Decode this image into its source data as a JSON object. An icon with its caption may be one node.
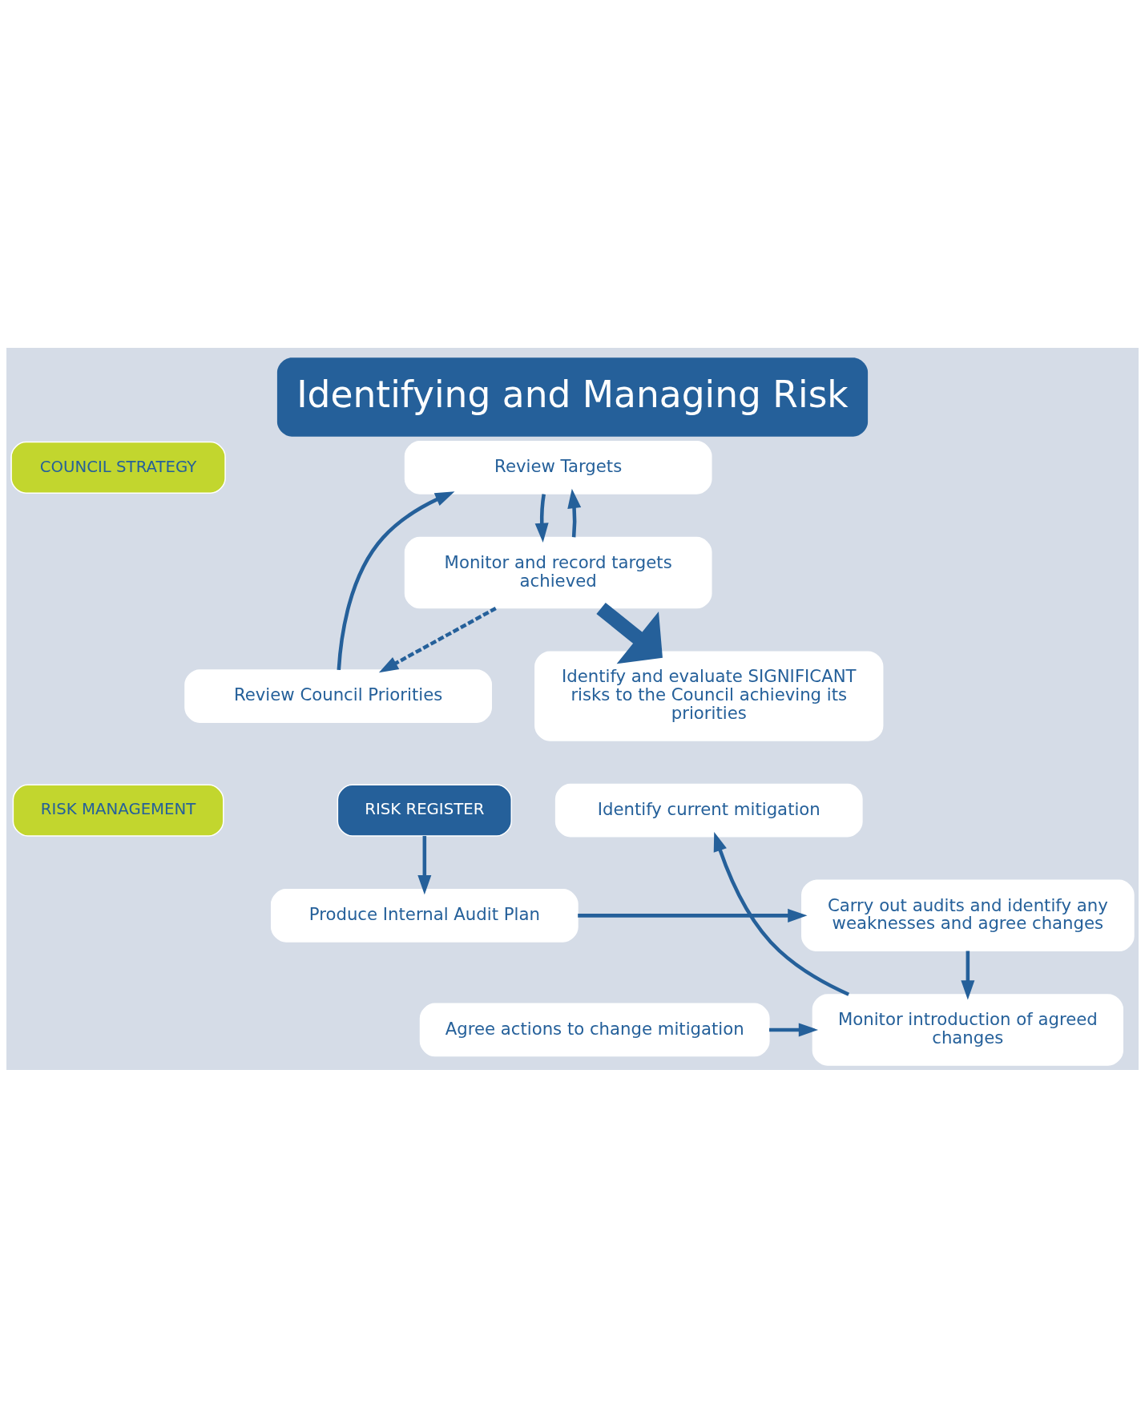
{
  "diagram": {
    "title": "Identifying and Managing Risk",
    "nodes": [
      {
        "text": [
          "COUNCIL STRATEGY"
        ]
      },
      {
        "text": [
          "Review Council Priorities"
        ]
      },
      {
        "text": [
          "Review Targets"
        ]
      },
      {
        "text": [
          "Monitor and record targets achieved"
        ]
      },
      {
        "text": [
          "RISK MANAGEMENT"
        ]
      },
      {
        "text": [
          "RISK REGISTER"
        ]
      },
      {
        "text": [
          "Identify and evaluate SIGNIFICANT risks to the Council achieving its priorities"
        ]
      },
      {
        "text": [
          "Identify current mitigation"
        ]
      },
      {
        "text": [
          "Agree actions to change mitigation"
        ]
      },
      {
        "text": [
          "Monitor introduction of agreed changes"
        ]
      },
      {
        "text": [
          "Produce Internal Audit Plan"
        ]
      },
      {
        "text": [
          "Carry out audits and identify any weaknesses and agree changes"
        ]
      }
    ],
    "edges": [
      {
        "from": 1,
        "to": 2,
        "arrow": "to"
      },
      {
        "from": 2,
        "to": 3,
        "arrow": "to"
      },
      {
        "from": 3,
        "to": 2,
        "arrow": "to"
      },
      {
        "from": 3,
        "to": 1,
        "arrow": "to",
        "style": "dashed"
      },
      {
        "from": 3,
        "to": 6,
        "arrow": "to",
        "style": "thick"
      },
      {
        "from": 5,
        "to": 10,
        "arrow": "to"
      },
      {
        "from": 8,
        "to": 9,
        "arrow": "to"
      },
      {
        "from": 9,
        "to": 7,
        "arrow": "to"
      },
      {
        "from": 10,
        "to": 11,
        "arrow": "to"
      },
      {
        "from": 11,
        "to": 9,
        "arrow": "to"
      }
    ]
  }
}
